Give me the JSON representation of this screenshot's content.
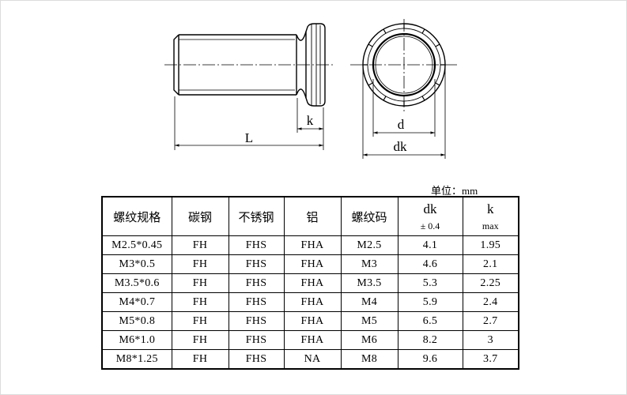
{
  "drawing": {
    "side_view": {
      "length_label": "L",
      "head_height_label": "k"
    },
    "end_view": {
      "diameter_label": "d",
      "head_diameter_label": "dk"
    }
  },
  "unit_label": "单位：mm",
  "table": {
    "headers": [
      {
        "main": "螺纹规格"
      },
      {
        "main": "碳钢"
      },
      {
        "main": "不锈钢"
      },
      {
        "main": "铝"
      },
      {
        "main": "螺纹码"
      },
      {
        "main": "dk",
        "sub": "± 0.4"
      },
      {
        "main": "k",
        "sub": "max"
      }
    ],
    "rows": [
      [
        "M2.5*0.45",
        "FH",
        "FHS",
        "FHA",
        "M2.5",
        "4.1",
        "1.95"
      ],
      [
        "M3*0.5",
        "FH",
        "FHS",
        "FHA",
        "M3",
        "4.6",
        "2.1"
      ],
      [
        "M3.5*0.6",
        "FH",
        "FHS",
        "FHA",
        "M3.5",
        "5.3",
        "2.25"
      ],
      [
        "M4*0.7",
        "FH",
        "FHS",
        "FHA",
        "M4",
        "5.9",
        "2.4"
      ],
      [
        "M5*0.8",
        "FH",
        "FHS",
        "FHA",
        "M5",
        "6.5",
        "2.7"
      ],
      [
        "M6*1.0",
        "FH",
        "FHS",
        "FHA",
        "M6",
        "8.2",
        "3"
      ],
      [
        "M8*1.25",
        "FH",
        "FHS",
        "NA",
        "M8",
        "9.6",
        "3.7"
      ]
    ]
  }
}
